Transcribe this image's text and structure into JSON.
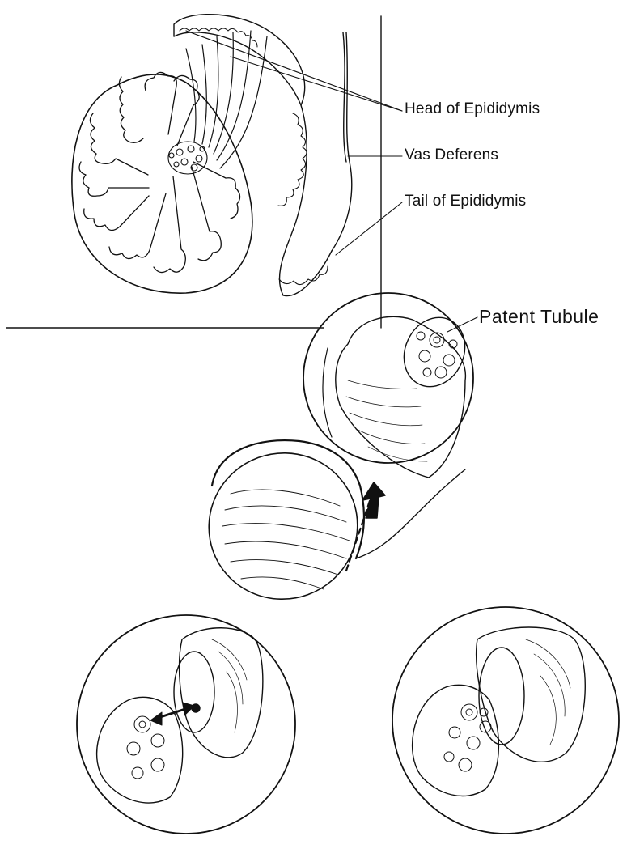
{
  "labels": {
    "head": "Head of Epididymis",
    "vas": "Vas Deferens",
    "tail": "Tail of Epididymis",
    "patent": "Patent Tubule"
  },
  "colors": {
    "ink": "#111111",
    "paper": "#ffffff"
  }
}
